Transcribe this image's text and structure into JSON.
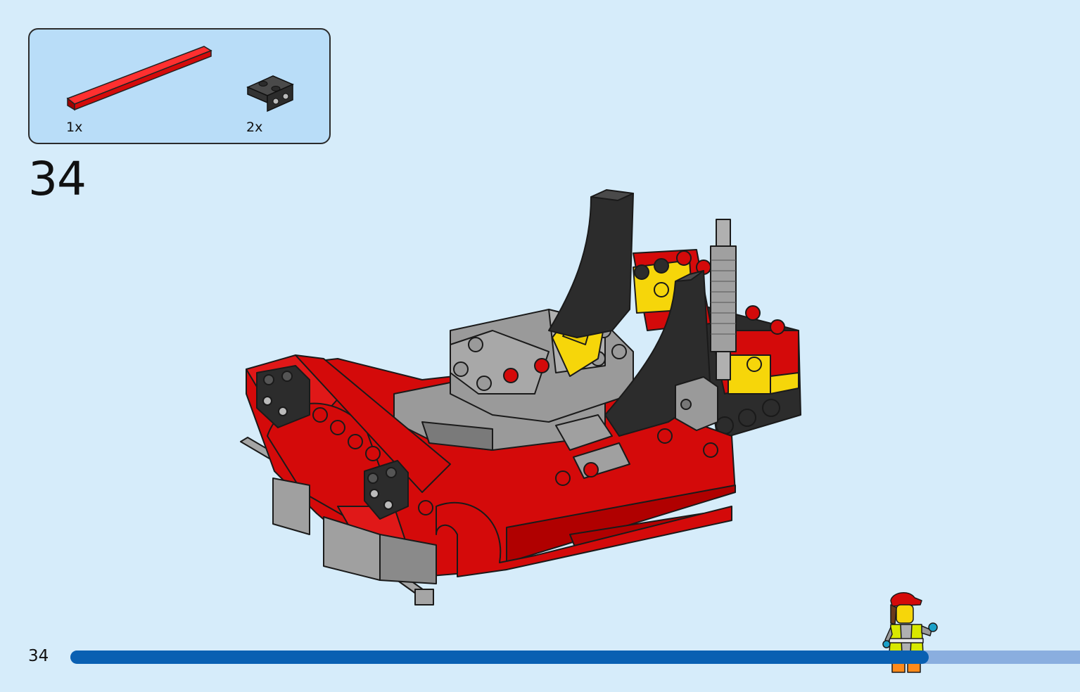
{
  "parts_list": {
    "items": [
      {
        "quantity": "1x",
        "icon": "red-plate-tile-1x8-icon",
        "color": "#d40a0a"
      },
      {
        "quantity": "2x",
        "icon": "black-bracket-1x2-icon",
        "color": "#2c2c2c"
      }
    ]
  },
  "step": {
    "number": "34"
  },
  "page": {
    "number": "34"
  },
  "progress": {
    "fraction": 0.85
  },
  "colors": {
    "background": "#d6ecfa",
    "parts_box": "#b9ddf8",
    "progress_fill": "#0a60b2",
    "progress_track": "#8aaedf",
    "red": "#d40a0a",
    "black": "#2c2c2c",
    "grey": "#9a9a9a",
    "yellow": "#f6d60a"
  }
}
